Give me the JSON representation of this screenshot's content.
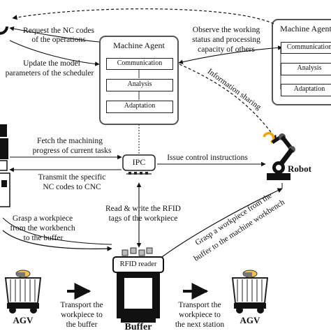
{
  "agent_left": {
    "title": "Machine Agent",
    "modules": [
      "Communication",
      "Analysis",
      "Adaptation"
    ]
  },
  "agent_right": {
    "title": "Machine Agent",
    "modules": [
      "Communication",
      "Analysis",
      "Adaptation"
    ]
  },
  "ipc": {
    "label": "IPC"
  },
  "robot": {
    "label": "Robot"
  },
  "rfid": {
    "label": "RFID reader"
  },
  "buffer": {
    "label": "Buffer"
  },
  "agv_left": {
    "label": "AGV"
  },
  "agv_right": {
    "label": "AGV"
  },
  "flows": {
    "request_nc_1": "Request the NC codes",
    "request_nc_2": "of the operations",
    "update_model_1": "Update the model",
    "update_model_2": "parameters of the scheduler",
    "observe_1": "Observe the working",
    "observe_2": "status and processing",
    "observe_3": "capacity of others",
    "info_sharing": "Information sharing",
    "fetch_1": "Fetch the machining",
    "fetch_2": "progress of current tasks",
    "issue": "Issue control  instructions",
    "transmit_1": "Transmit the specific",
    "transmit_2": "NC codes to CNC",
    "rfid_rw_1": "Read & write the RFID",
    "rfid_rw_2": "tags of the workpiece",
    "grasp_left_1": "Grasp a workpiece",
    "grasp_left_2": "from the workbench",
    "grasp_left_3": "to the buffer",
    "grasp_right_1": "Grasp a workpiece from the",
    "grasp_right_2": "buffer to the machine workbench",
    "transport_left_1": "Transport the",
    "transport_left_2": "workpiece to",
    "transport_left_3": "the buffer",
    "transport_right_1": "Transport the",
    "transport_right_2": "workpiece to",
    "transport_right_3": "the next station"
  }
}
